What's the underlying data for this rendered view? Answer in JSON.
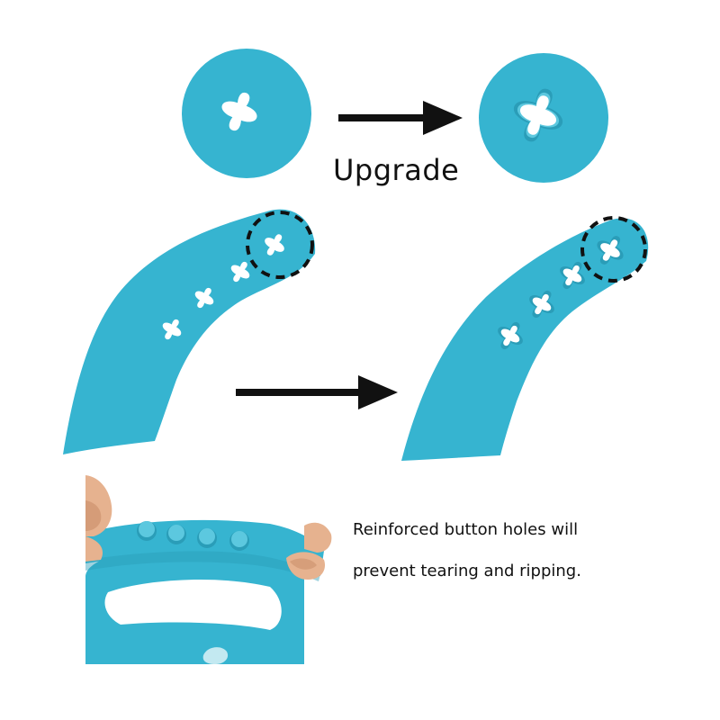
{
  "colors": {
    "silicone": "#36B4D0",
    "silicone_dark": "#2A9DB8",
    "silicone_light": "#5CC8DF",
    "hole": "#FFFFFF",
    "arrow": "#111111",
    "text": "#111111",
    "background": "#FFFFFF",
    "skin": "#E6B28F",
    "skin_shadow": "#C68A66"
  },
  "labels": {
    "upgrade": "Upgrade",
    "reinforced_line1": "Reinforced button holes will",
    "reinforced_line2": "prevent tearing and ripping."
  },
  "icons": {
    "arrow": "right-arrow-icon",
    "highlight": "dashed-circle-icon",
    "button_hole": "keyhole-icon"
  }
}
